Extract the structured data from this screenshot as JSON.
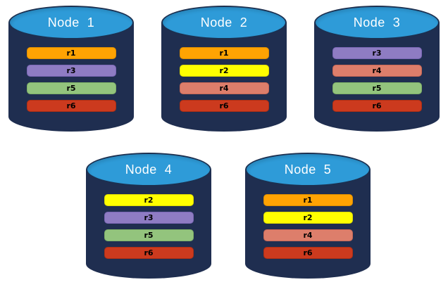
{
  "diagram": {
    "nodes": [
      {
        "title": "Node  1",
        "replicas": [
          "r1",
          "r3",
          "r5",
          "r6"
        ]
      },
      {
        "title": "Node  2",
        "replicas": [
          "r1",
          "r2",
          "r4",
          "r6"
        ]
      },
      {
        "title": "Node  3",
        "replicas": [
          "r3",
          "r4",
          "r5",
          "r6"
        ]
      },
      {
        "title": "Node  4",
        "replicas": [
          "r2",
          "r3",
          "r5",
          "r6"
        ]
      },
      {
        "title": "Node  5",
        "replicas": [
          "r1",
          "r2",
          "r4",
          "r6"
        ]
      }
    ],
    "colors": {
      "replica_fills": {
        "r1": "#FFA303",
        "r2": "#FFFF00",
        "r3": "#8E7CC3",
        "r4": "#DD7E6B",
        "r5": "#93C47D",
        "r6": "#CC3A1E"
      },
      "replica_borders": {
        "r1": "#DE8D00",
        "r2": "#DEDC00",
        "r3": "#7A67B5",
        "r4": "#C86856",
        "r5": "#7DAF67",
        "r6": "#AD2F14"
      },
      "cylinder_body": "#1F2E50",
      "cylinder_top": "#2E9BD8",
      "cylinder_outline": "#1C3050",
      "title_text": "#FFFFFF",
      "bar_text": "#000000"
    }
  }
}
